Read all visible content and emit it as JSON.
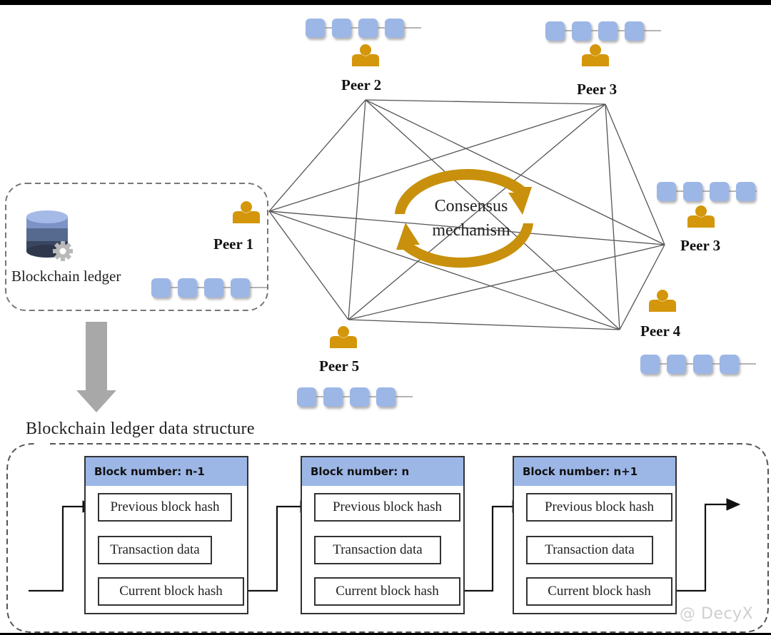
{
  "network": {
    "peers": [
      {
        "id": "peer-1",
        "label": "Peer 1"
      },
      {
        "id": "peer-2",
        "label": "Peer 2"
      },
      {
        "id": "peer-3-top",
        "label": "Peer 3"
      },
      {
        "id": "peer-3-right",
        "label": "Peer 3"
      },
      {
        "id": "peer-4",
        "label": "Peer 4"
      },
      {
        "id": "peer-5",
        "label": "Peer 5"
      }
    ],
    "connections": [
      [
        "peer-1",
        "peer-2"
      ],
      [
        "peer-1",
        "peer-3-top"
      ],
      [
        "peer-1",
        "peer-3-right"
      ],
      [
        "peer-1",
        "peer-4"
      ],
      [
        "peer-1",
        "peer-5"
      ],
      [
        "peer-2",
        "peer-3-top"
      ],
      [
        "peer-2",
        "peer-3-right"
      ],
      [
        "peer-2",
        "peer-4"
      ],
      [
        "peer-2",
        "peer-5"
      ],
      [
        "peer-3-top",
        "peer-3-right"
      ],
      [
        "peer-3-top",
        "peer-4"
      ],
      [
        "peer-3-top",
        "peer-5"
      ],
      [
        "peer-3-right",
        "peer-4"
      ],
      [
        "peer-3-right",
        "peer-5"
      ],
      [
        "peer-4",
        "peer-5"
      ]
    ],
    "consensus": {
      "line1": "Consensus",
      "line2": "mechanism"
    },
    "chain_blocks_per_peer": 4
  },
  "ledger": {
    "label": "Blockchain ledger"
  },
  "structure": {
    "title": "Blockchain ledger data structure",
    "blocks": [
      {
        "header": "Block number: n-1",
        "prev": "Previous block hash",
        "tx": "Transaction data",
        "curr": "Current block hash"
      },
      {
        "header": "Block number: n",
        "prev": "Previous block hash",
        "tx": "Transaction data",
        "curr": "Current block hash"
      },
      {
        "header": "Block number: n+1",
        "prev": "Previous block hash",
        "tx": "Transaction data",
        "curr": "Current block hash"
      }
    ]
  },
  "watermark": "@ DecyX",
  "colors": {
    "peer_gold": "#d4960a",
    "chain_block_blue": "#9cb6e6",
    "header_blue": "#9cb6e6",
    "arrow_gray": "#a8a8a8",
    "line_gray": "#555555"
  }
}
